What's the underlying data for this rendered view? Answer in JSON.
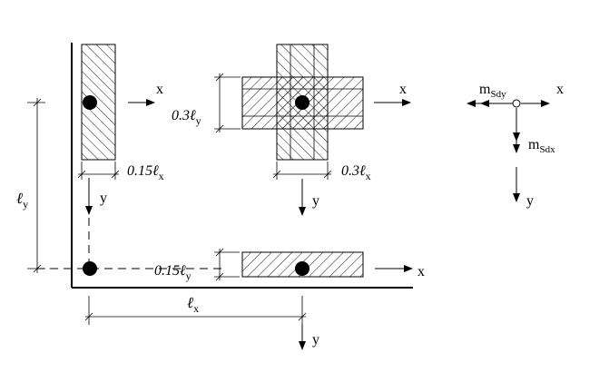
{
  "labels": {
    "x": "x",
    "y": "y",
    "dim_0_15_lx": "0.15ℓ",
    "dim_0_3_lx": "0.3ℓ",
    "dim_0_3_ly": "0.3ℓ",
    "dim_0_15_ly": "0.15ℓ",
    "ly_main": "ℓ",
    "lx_main": "ℓ",
    "sub_x": "x",
    "sub_y": "y",
    "m_sdy": "m",
    "m_sdy_sub": "Sdy",
    "m_sdx": "m",
    "m_sdx_sub": "Sdx"
  }
}
